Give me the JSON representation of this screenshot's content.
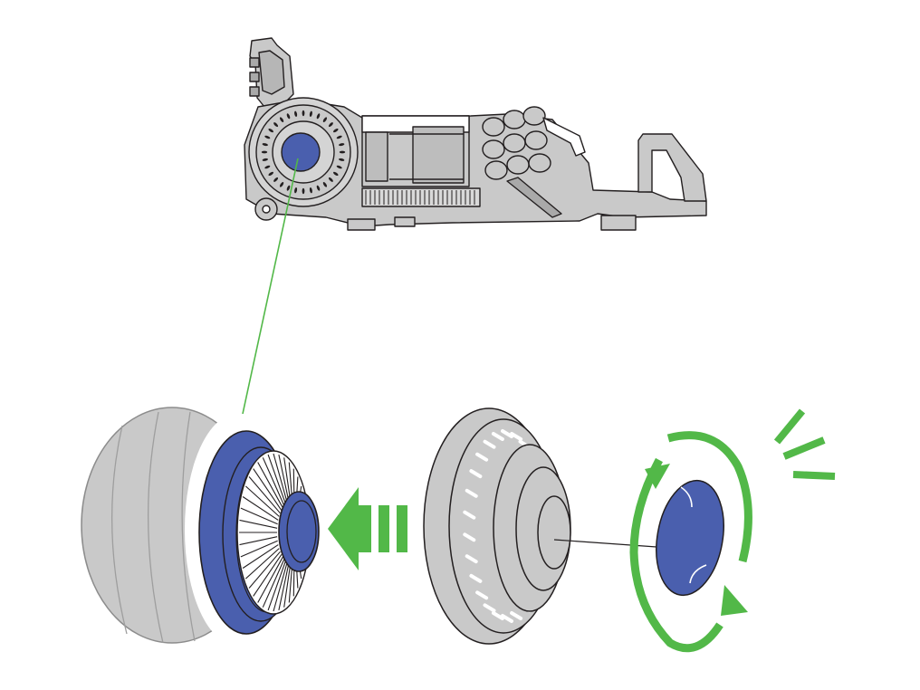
{
  "colors": {
    "machine_body": "#c9c9c9",
    "machine_dark": "#a9a9a9",
    "outline": "#231f20",
    "filter_blue": "#4a5fae",
    "accent_green": "#52b848",
    "leader_line": "#52b848",
    "white": "#ffffff"
  },
  "icons": {
    "vacuum": "upright-vacuum-cleaner-side-view",
    "filter_location": "filter-location-highlight",
    "motor_ball": "ball-motor-housing",
    "post_motor_filter": "post-motor-filter",
    "filter_cap": "filter-release-cap",
    "direction_arrow": "push-in-arrow",
    "rotation_arrows": "twist-rotation-arrows",
    "click_marks": "click-sound-marks"
  }
}
